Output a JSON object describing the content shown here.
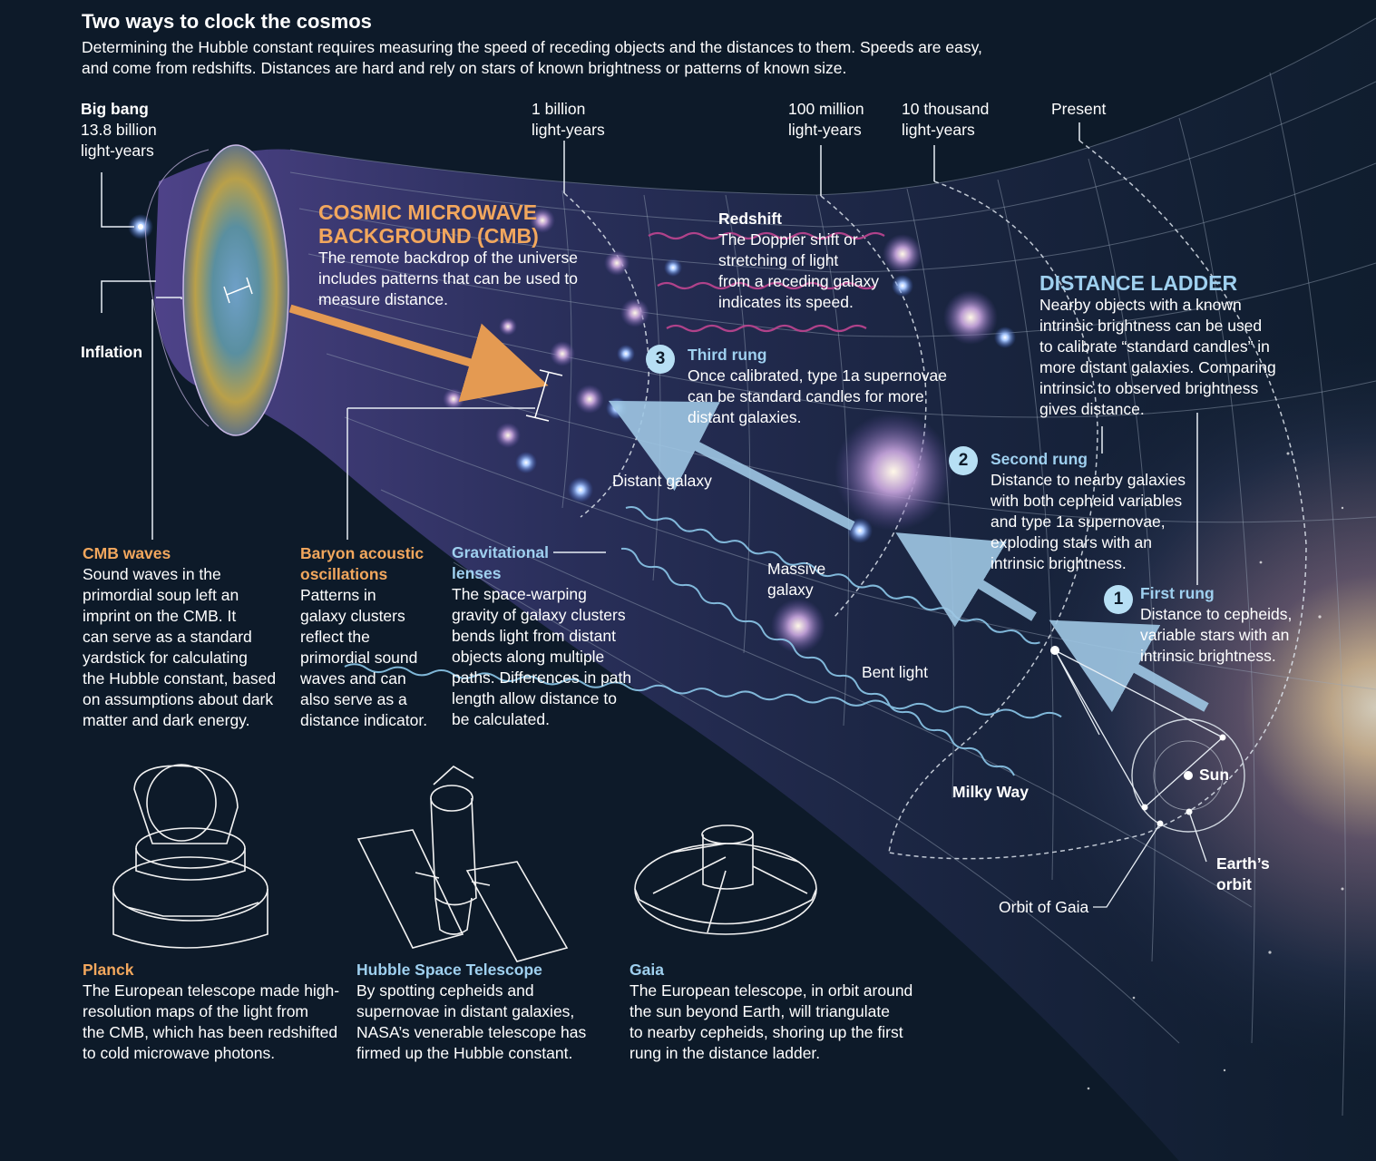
{
  "header": {
    "title": "Two ways to clock the cosmos",
    "subtitle_line1": "Determining the Hubble constant requires measuring the speed of receding objects and the distances to them. Speeds are easy,",
    "subtitle_line2": "and come from redshifts. Distances are hard and rely on stars of known brightness or patterns of known size."
  },
  "timeline": {
    "bigbang": {
      "title": "Big bang",
      "line1": "13.8 billion",
      "line2": "light-years"
    },
    "billion": {
      "line1": "1 billion",
      "line2": "light-years"
    },
    "hundred_million": {
      "line1": "100 million",
      "line2": "light-years"
    },
    "ten_thousand": {
      "line1": "10 thousand",
      "line2": "light-years"
    },
    "present": "Present"
  },
  "inflation": "Inflation",
  "cmb": {
    "title_line1": "COSMIC MICROWAVE",
    "title_line2": "BACKGROUND (CMB)",
    "desc": [
      "The remote backdrop of the universe",
      "includes patterns that can be used to",
      "measure distance."
    ]
  },
  "redshift": {
    "title": "Redshift",
    "desc": [
      "The Doppler shift or",
      "stretching of light",
      "from a receding galaxy",
      "indicates its speed."
    ]
  },
  "distance_ladder": {
    "title": "DISTANCE LADDER",
    "desc": [
      "Nearby objects with a known",
      "intrinsic brightness can be used",
      "to calibrate “standard candles” in",
      "more distant galaxies. Comparing",
      "intrinsic to observed brightness",
      "gives distance."
    ]
  },
  "rungs": [
    {
      "num": "1",
      "title": "First rung",
      "desc": [
        "Distance to cepheids,",
        "variable stars with an",
        "intrinsic brightness."
      ]
    },
    {
      "num": "2",
      "title": "Second rung",
      "desc": [
        "Distance to nearby galaxies",
        "with both cepheid variables",
        "and type 1a supernovae,",
        "exploding stars with an",
        "intrinsic brightness."
      ]
    },
    {
      "num": "3",
      "title": "Third rung",
      "desc": [
        "Once calibrated, type 1a supernovae",
        "can be standard candles for more",
        "distant galaxies."
      ]
    }
  ],
  "labels": {
    "distant_galaxy": "Distant galaxy",
    "massive_galaxy_1": "Massive",
    "massive_galaxy_2": "galaxy",
    "bent_light": "Bent light",
    "milky_way": "Milky Way",
    "sun": "Sun",
    "earth_orbit_1": "Earth’s",
    "earth_orbit_2": "orbit",
    "gaia_orbit": "Orbit of Gaia"
  },
  "methods": {
    "cmb_waves": {
      "title": "CMB waves",
      "desc": [
        "Sound waves in the",
        "primordial soup left an",
        "imprint on the CMB. It",
        "can serve as a standard",
        "yardstick for calculating",
        "the Hubble constant, based",
        "on assumptions about dark",
        "matter and dark energy."
      ]
    },
    "bao": {
      "title_line1": "Baryon acoustic",
      "title_line2": "oscillations",
      "desc": [
        "Patterns in",
        "galaxy clusters",
        "reflect the",
        "primordial sound",
        "waves and can",
        "also serve as a",
        "distance indicator."
      ]
    },
    "lenses": {
      "title_line1": "Gravitational",
      "title_line2": "lenses",
      "desc": [
        "The space-warping",
        "gravity of galaxy clusters",
        "bends light from distant",
        "objects along multiple",
        "paths. Differences in path",
        "length allow distance to",
        "be calculated."
      ]
    }
  },
  "telescopes": {
    "planck": {
      "title": "Planck",
      "desc": [
        "The European telescope made high-",
        "resolution maps of the light from",
        "the CMB, which has been redshifted",
        "to cold microwave photons."
      ]
    },
    "hubble": {
      "title": "Hubble Space Telescope",
      "desc": [
        "By spotting cepheids and",
        "supernovae in distant galaxies,",
        "NASA’s venerable telescope has",
        "firmed up the Hubble constant."
      ]
    },
    "gaia": {
      "title": "Gaia",
      "desc": [
        "The European telescope, in orbit around",
        "the sun beyond Earth, will triangulate",
        "to nearby cepheids, shoring up the first",
        "rung in the distance ladder."
      ]
    }
  },
  "colors": {
    "background": "#0d1a29",
    "accent_orange": "#f2a75d",
    "accent_blue": "#9fd0ef",
    "redshift_wave": "#b0428a",
    "light_wave": "#8cc8ea"
  }
}
